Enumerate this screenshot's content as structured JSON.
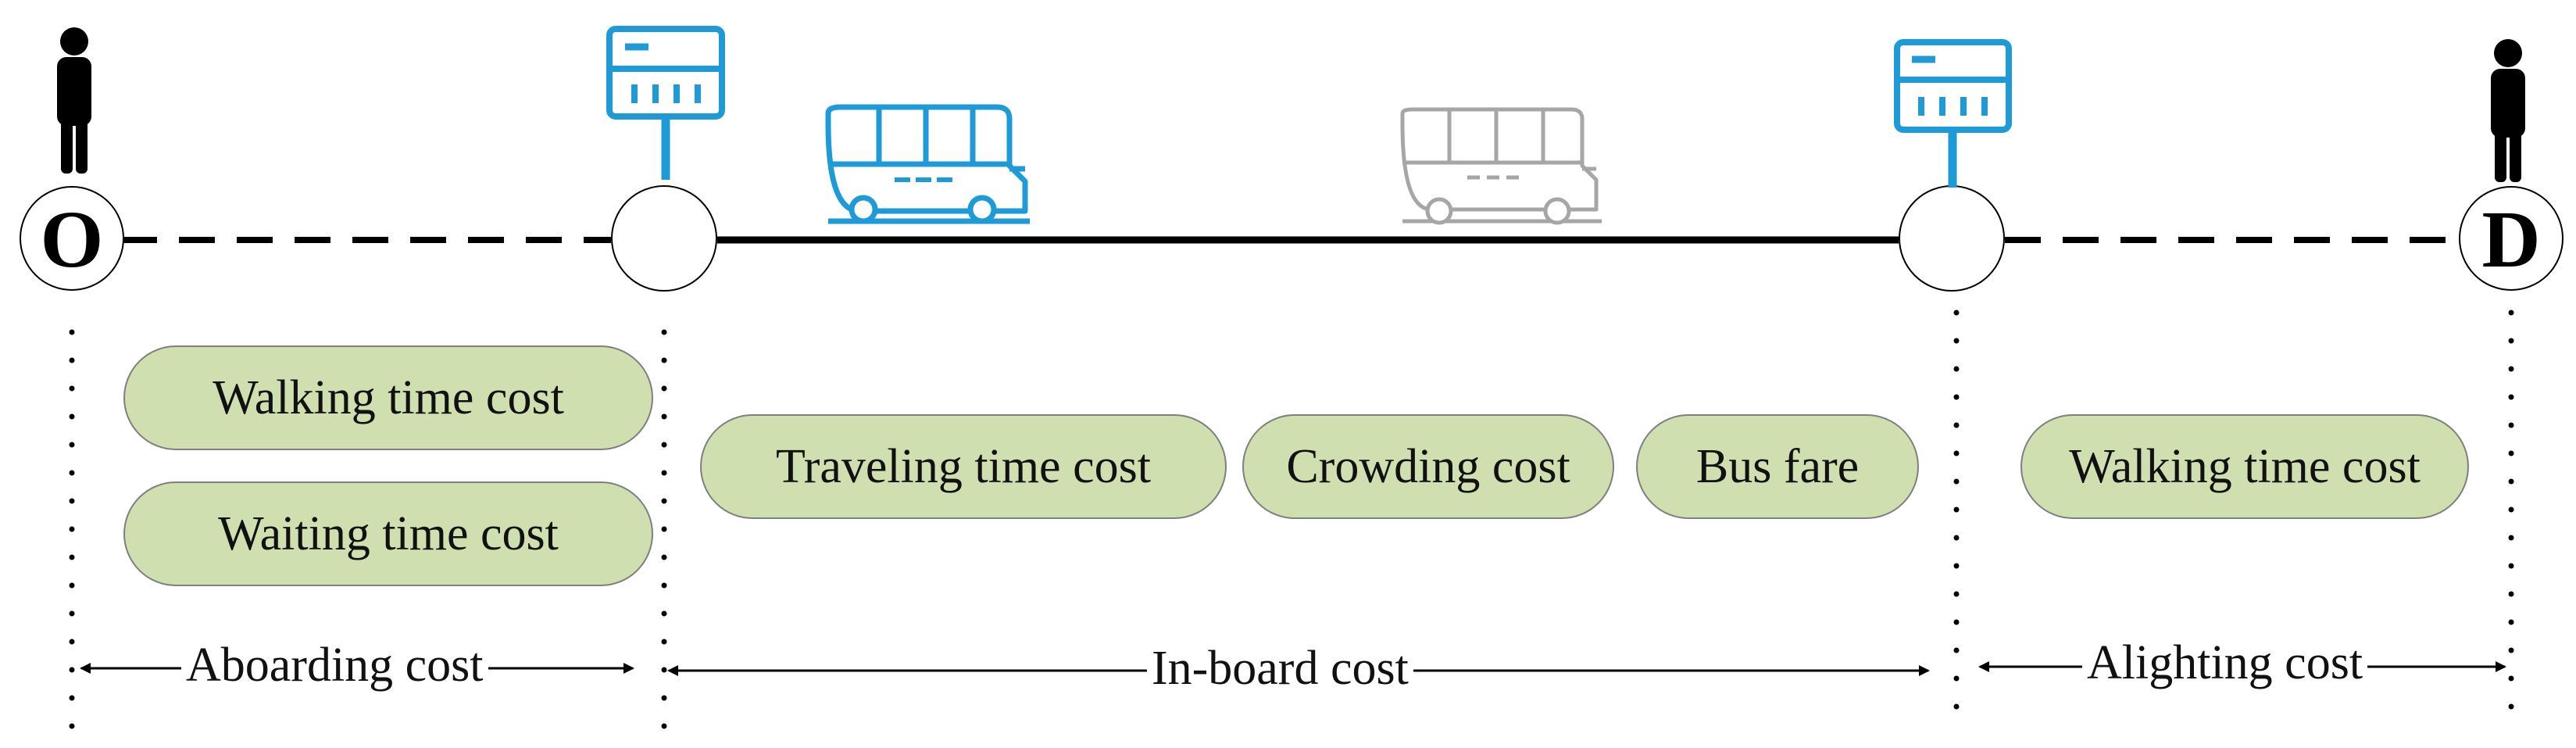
{
  "nodes": {
    "origin": "O",
    "destination": "D"
  },
  "cost_items": {
    "aboarding": [
      "Walking time cost",
      "Waiting time cost"
    ],
    "in_board": [
      "Traveling time cost",
      "Crowding cost",
      "Bus fare"
    ],
    "alighting": [
      "Walking time cost"
    ]
  },
  "segments": {
    "aboarding": "Aboarding cost",
    "in_board": "In-board cost",
    "alighting": "Alighting cost"
  },
  "colors": {
    "pill_fill": "#cfdfb0",
    "bus_active": "#1e9bd7",
    "bus_inactive": "#a6a6a6",
    "stop_sign": "#1e9bd7",
    "line": "#000000"
  }
}
